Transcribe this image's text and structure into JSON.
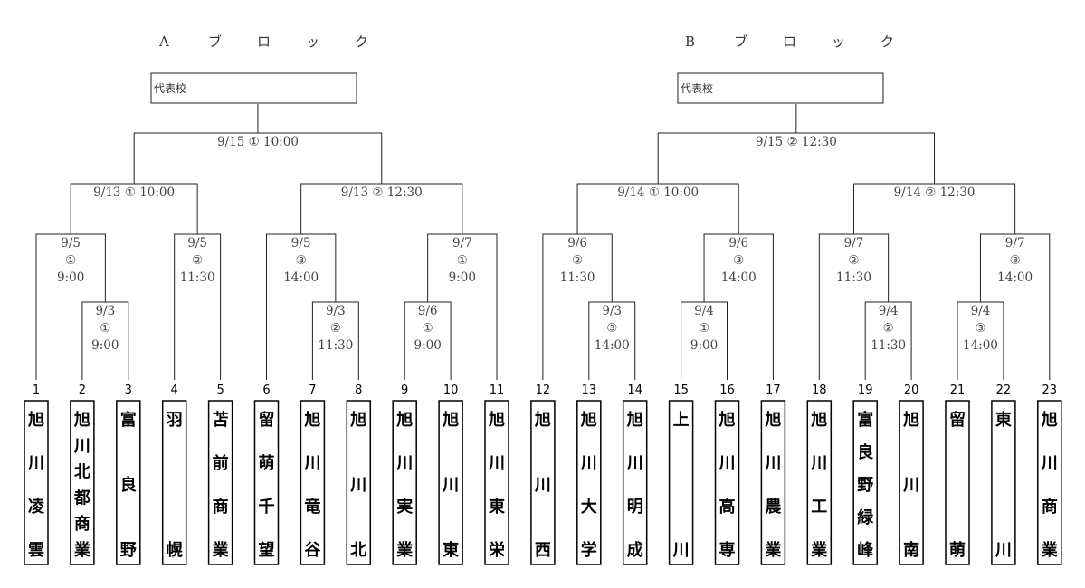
{
  "blocks": [
    {
      "title_chars": [
        "A",
        "ブ",
        "ロ",
        "ッ",
        "ク"
      ],
      "rep_label": "代表校",
      "final": {
        "date": "9/15",
        "num": "①",
        "time": "10:00"
      }
    },
    {
      "title_chars": [
        "B",
        "ブ",
        "ロ",
        "ッ",
        "ク"
      ],
      "rep_label": "代表校",
      "final": {
        "date": "9/15",
        "num": "②",
        "time": "12:30"
      }
    }
  ],
  "semis": [
    {
      "date": "9/13",
      "num": "①",
      "time": "10:00"
    },
    {
      "date": "9/13",
      "num": "②",
      "time": "12:30"
    },
    {
      "date": "9/14",
      "num": "①",
      "time": "10:00"
    },
    {
      "date": "9/14",
      "num": "②",
      "time": "12:30"
    }
  ],
  "quarters": [
    {
      "date": "9/5",
      "num": "①",
      "time": "9:00"
    },
    {
      "date": "9/5",
      "num": "②",
      "time": "11:30"
    },
    {
      "date": "9/5",
      "num": "③",
      "time": "14:00"
    },
    {
      "date": "9/7",
      "num": "①",
      "time": "9:00"
    },
    {
      "date": "9/6",
      "num": "②",
      "time": "11:30"
    },
    {
      "date": "9/6",
      "num": "③",
      "time": "14:00"
    },
    {
      "date": "9/7",
      "num": "②",
      "time": "11:30"
    },
    {
      "date": "9/7",
      "num": "③",
      "time": "14:00"
    }
  ],
  "first_round": [
    {
      "date": "9/3",
      "num": "①",
      "time": "9:00"
    },
    {
      "date": "9/3",
      "num": "②",
      "time": "11:30"
    },
    {
      "date": "9/6",
      "num": "①",
      "time": "9:00"
    },
    {
      "date": "9/3",
      "num": "③",
      "time": "14:00"
    },
    {
      "date": "9/4",
      "num": "①",
      "time": "9:00"
    },
    {
      "date": "9/4",
      "num": "②",
      "time": "11:30"
    },
    {
      "date": "9/4",
      "num": "③",
      "time": "14:00"
    }
  ],
  "teams": [
    {
      "num": "1",
      "chars": [
        "旭",
        "川",
        "凌",
        "雲"
      ]
    },
    {
      "num": "2",
      "chars": [
        "旭",
        "川",
        "北",
        "都",
        "商",
        "業"
      ]
    },
    {
      "num": "3",
      "chars": [
        "富",
        "良",
        "野"
      ]
    },
    {
      "num": "4",
      "chars": [
        "羽",
        "幌"
      ]
    },
    {
      "num": "5",
      "chars": [
        "苫",
        "前",
        "商",
        "業"
      ]
    },
    {
      "num": "6",
      "chars": [
        "留",
        "萌",
        "千",
        "望"
      ]
    },
    {
      "num": "7",
      "chars": [
        "旭",
        "川",
        "竜",
        "谷"
      ]
    },
    {
      "num": "8",
      "chars": [
        "旭",
        "川",
        "北"
      ]
    },
    {
      "num": "9",
      "chars": [
        "旭",
        "川",
        "実",
        "業"
      ]
    },
    {
      "num": "10",
      "chars": [
        "旭",
        "川",
        "東"
      ]
    },
    {
      "num": "11",
      "chars": [
        "旭",
        "川",
        "東",
        "栄"
      ]
    },
    {
      "num": "12",
      "chars": [
        "旭",
        "川",
        "西"
      ]
    },
    {
      "num": "13",
      "chars": [
        "旭",
        "川",
        "大",
        "学"
      ]
    },
    {
      "num": "14",
      "chars": [
        "旭",
        "川",
        "明",
        "成"
      ]
    },
    {
      "num": "15",
      "chars": [
        "上",
        "川"
      ]
    },
    {
      "num": "16",
      "chars": [
        "旭",
        "川",
        "高",
        "専"
      ]
    },
    {
      "num": "17",
      "chars": [
        "旭",
        "川",
        "農",
        "業"
      ]
    },
    {
      "num": "18",
      "chars": [
        "旭",
        "川",
        "工",
        "業"
      ]
    },
    {
      "num": "19",
      "chars": [
        "富",
        "良",
        "野",
        "緑",
        "峰"
      ]
    },
    {
      "num": "20",
      "chars": [
        "旭",
        "川",
        "南"
      ]
    },
    {
      "num": "21",
      "chars": [
        "留",
        "萌"
      ]
    },
    {
      "num": "22",
      "chars": [
        "東",
        "川"
      ]
    },
    {
      "num": "23",
      "chars": [
        "旭",
        "川",
        "商",
        "業"
      ]
    }
  ]
}
